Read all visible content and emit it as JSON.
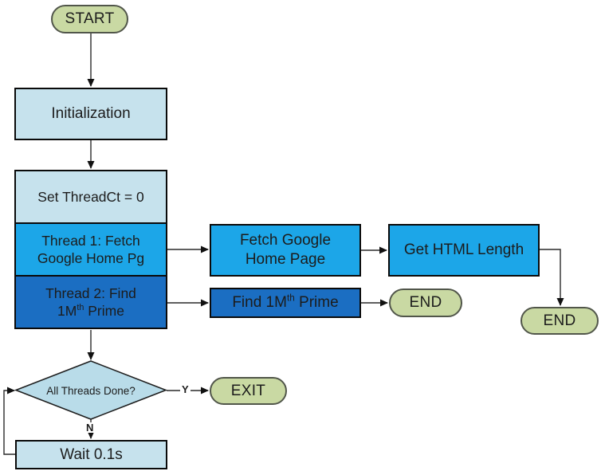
{
  "diagram": {
    "type": "flowchart",
    "nodes": {
      "start": {
        "label": "START",
        "shape": "terminator"
      },
      "initialization": {
        "label": "Initialization",
        "shape": "process"
      },
      "set_threadct": {
        "label": "Set ThreadCt = 0",
        "shape": "process"
      },
      "thread1": {
        "line1": "Thread 1: Fetch",
        "line2": "Google Home Pg",
        "shape": "process"
      },
      "thread2": {
        "line1": "Thread 2: Find",
        "line2_pre": "1M",
        "line2_sup": "th",
        "line2_post": " Prime",
        "shape": "process"
      },
      "fetch_google": {
        "line1": "Fetch Google",
        "line2": "Home Page",
        "shape": "process"
      },
      "get_html_length": {
        "label": "Get HTML Length",
        "shape": "process"
      },
      "find_prime": {
        "pre": "Find 1M",
        "sup": "th",
        "post": " Prime",
        "shape": "process"
      },
      "end_prime": {
        "label": "END",
        "shape": "terminator"
      },
      "end_html": {
        "label": "END",
        "shape": "terminator"
      },
      "all_threads_done": {
        "label": "All Threads Done?",
        "shape": "decision"
      },
      "exit": {
        "label": "EXIT",
        "shape": "terminator"
      },
      "wait": {
        "label": "Wait 0.1s",
        "shape": "process"
      }
    },
    "edge_labels": {
      "yes": "Y",
      "no": "N"
    },
    "colors": {
      "terminator_fill": "#c9d9a3",
      "terminator_border": "#51564a",
      "process_light_fill": "#c6e2ed",
      "process_bright_fill": "#1ca6e8",
      "process_dark_fill": "#1b6ec2",
      "decision_fill": "#b9dce9",
      "line": "#2a2a2a",
      "text": "#1c1c1c"
    }
  }
}
